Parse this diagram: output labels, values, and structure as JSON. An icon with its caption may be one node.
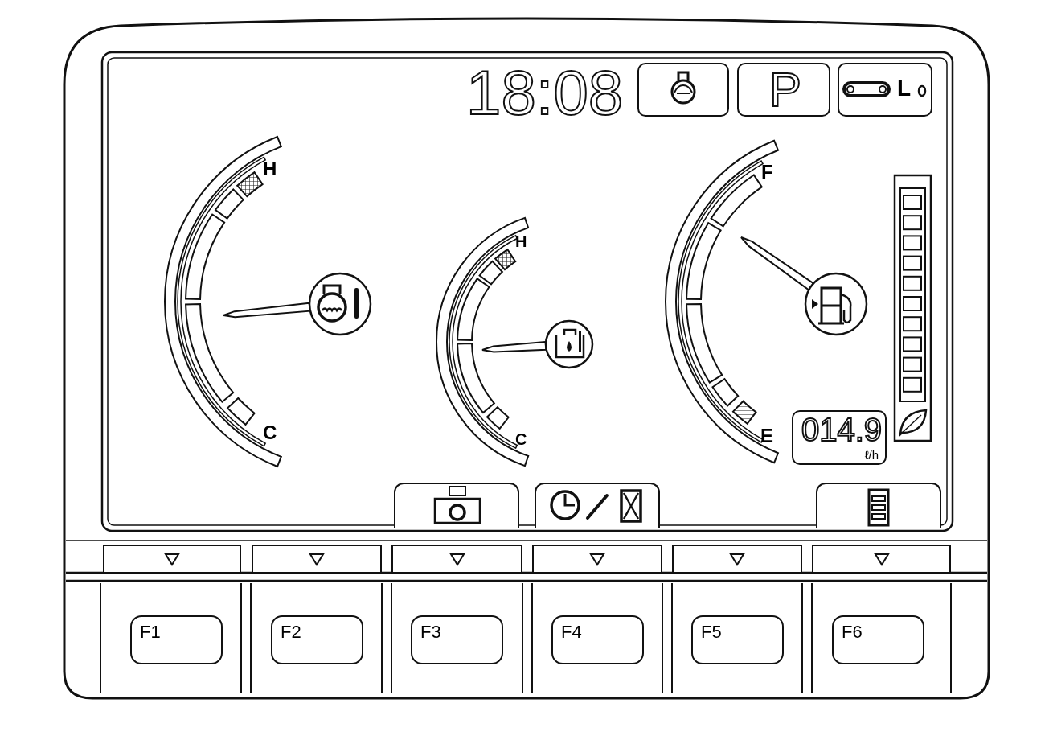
{
  "diagram": {
    "nodes": [
      {
        "text": [],
        "shape": "picture"
      },
      {
        "text": [
          "P"
        ]
      },
      {
        "text": [
          "L"
        ]
      },
      {
        "text": [
          "014.9",
          "ℓ/h"
        ]
      },
      {
        "text": [],
        "shape": "picture"
      },
      {
        "text": [],
        "shape": "picture"
      },
      {
        "text": [],
        "shape": "picture"
      },
      {
        "text": [],
        "shape": "box"
      },
      {
        "text": [],
        "shape": "box"
      },
      {
        "text": [],
        "shape": "box"
      },
      {
        "text": [],
        "shape": "box"
      },
      {
        "text": [],
        "shape": "box"
      },
      {
        "text": [],
        "shape": "box"
      },
      {
        "text": [
          "F1"
        ]
      },
      {
        "text": [
          "F2"
        ]
      },
      {
        "text": [
          "F3"
        ]
      },
      {
        "text": [
          "F4"
        ]
      },
      {
        "text": [
          "F5"
        ]
      },
      {
        "text": [
          "F6"
        ]
      }
    ],
    "labels": [
      "18:08",
      "H",
      "F",
      "H",
      "C",
      "E",
      "C"
    ]
  }
}
